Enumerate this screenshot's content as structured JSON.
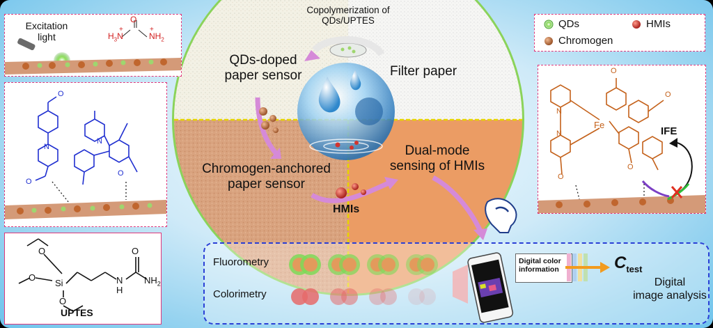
{
  "top": {
    "copolymerization_line1": "Copolymerization of",
    "copolymerization_line2": "QDs/UPTES"
  },
  "circle": {
    "qds_doped_line1": "QDs-doped",
    "qds_doped_line2": "paper sensor",
    "filter_paper": "Filter paper",
    "chromogen_line1": "Chromogen-anchored",
    "chromogen_line2": "paper sensor",
    "dual_mode_line1": "Dual-mode",
    "dual_mode_line2": "sensing of HMIs",
    "hmis": "HMIs"
  },
  "excitation": {
    "label_line1": "Excitation",
    "label_line2": "light",
    "urea_h3n": "H",
    "urea_h3n_sub": "3",
    "urea_n": "N",
    "urea_nh2": "NH",
    "urea_nh2_sub": "2",
    "urea_o": "O",
    "plus": "+"
  },
  "legend": {
    "qds": "QDs",
    "hmis": "HMIs",
    "chromogen": "Chromogen"
  },
  "right_panel": {
    "fe": "Fe",
    "ife": "IFE",
    "n": "N",
    "o": "O"
  },
  "uptes": {
    "label": "UPTES",
    "si": "Si",
    "o": "O",
    "n": "N",
    "h": "H",
    "nh2": "NH",
    "nh2_sub": "2"
  },
  "analysis": {
    "fluorometry": "Fluorometry",
    "colorimetry": "Colorimetry",
    "digital_color_line1": "Digital color",
    "digital_color_line2": "information",
    "c": "C",
    "c_sub": "test",
    "digital_line1": "Digital",
    "digital_line2": "image analysis"
  },
  "colors": {
    "pink_border": "#e0367a",
    "blue_structure": "#1f2fd0",
    "orange_structure": "#c4611a",
    "qd_green": "#7ed957",
    "hmi_red": "#d2342e",
    "chromogen_brown": "#b6683a",
    "arrow_violet": "#d58ad8"
  },
  "fluor_spots": [
    1.0,
    0.75,
    0.5,
    0.3
  ],
  "color_spots": [
    0.85,
    0.55,
    0.35,
    0.15
  ]
}
